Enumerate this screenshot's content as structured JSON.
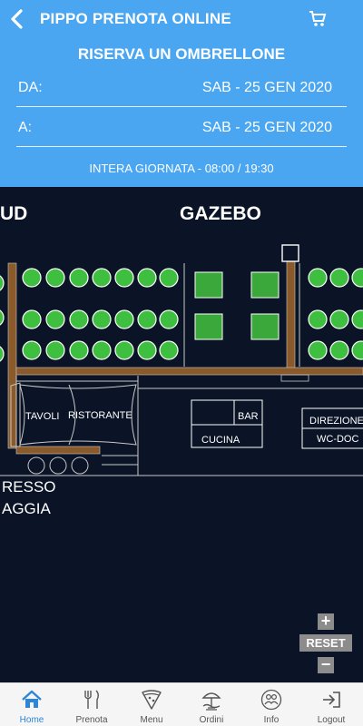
{
  "header": {
    "title": "PIPPO PRENOTA ONLINE",
    "back_icon": "chevron-left-icon",
    "cart_icon": "cart-icon"
  },
  "booking": {
    "heading": "RISERVA UN OMBRELLONE",
    "from_label": "DA:",
    "from_value": "SAB - 25 GEN 2020",
    "to_label": "A:",
    "to_value": "SAB - 25 GEN 2020",
    "slot": "INTERA GIORNATA - 08:00 / 19:30"
  },
  "map": {
    "labels": {
      "sud": "UD",
      "gazebo": "GAZEBO",
      "tavoli": "TAVOLI",
      "ristorante": "RISTORANTE",
      "bar": "BAR",
      "cucina": "CUCINA",
      "direzione": "DIREZIONE",
      "wc": "WC-DOC",
      "ingresso": "RESSO",
      "spiaggia": "AGGIA"
    }
  },
  "zoom": {
    "plus": "+",
    "reset": "RESET",
    "minus": "−"
  },
  "tabs": [
    {
      "label": "Home",
      "icon": "home-icon",
      "active": true
    },
    {
      "label": "Prenota",
      "icon": "cutlery-icon",
      "active": false
    },
    {
      "label": "Menu",
      "icon": "pizza-slice-icon",
      "active": false
    },
    {
      "label": "Ordini",
      "icon": "beach-umbrella-icon",
      "active": false
    },
    {
      "label": "Info",
      "icon": "people-icon",
      "active": false
    },
    {
      "label": "Logout",
      "icon": "logout-icon",
      "active": false
    }
  ],
  "colors": {
    "header_blue": "#4aa6f0",
    "map_background": "#0a1426",
    "umbrella_green": "#3fbf3f",
    "gazebo_green": "#3aa83a",
    "walkway_brown": "#8b5a2b",
    "active_tab": "#2f86d6"
  }
}
